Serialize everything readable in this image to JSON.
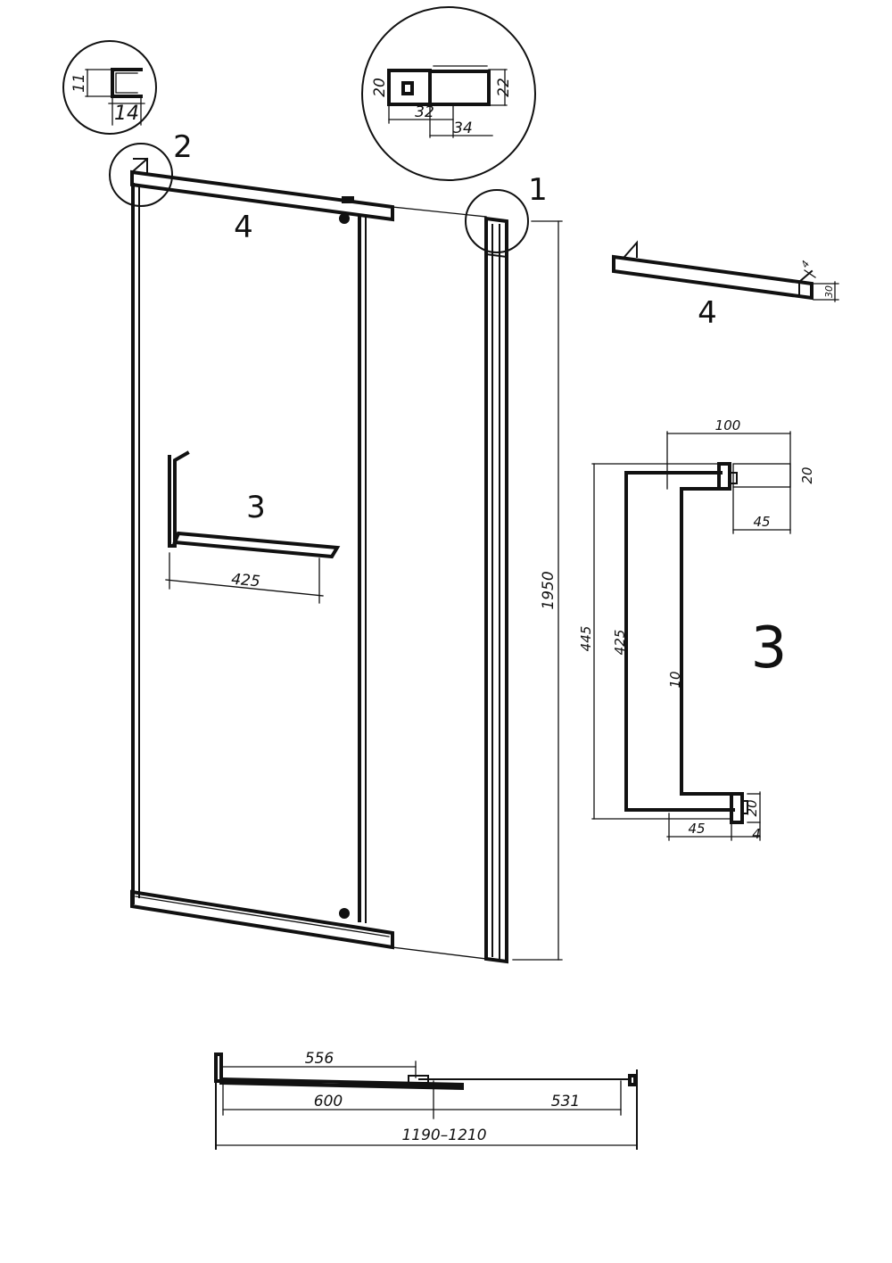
{
  "callouts": {
    "one": "1",
    "two": "2",
    "three_main": "3",
    "four_main": "4",
    "four_detail": "4",
    "three_detail": "3"
  },
  "detail_profile_2": {
    "height": "11",
    "width": "14"
  },
  "detail_profile_1": {
    "left_height": "20",
    "right_height": "22",
    "inner_width": "32",
    "outer_width": "34"
  },
  "door_dims": {
    "handle_span": "425",
    "height": "1950"
  },
  "towel_bar_4": {
    "dim_a": "4",
    "dim_b": "30"
  },
  "handle_detail_3": {
    "top_depth": "100",
    "top_block_height": "20",
    "top_block_width": "45",
    "overall_length": "445",
    "inner_length": "425",
    "bar_thickness": "10",
    "bottom_depth": "45",
    "bottom_block_height": "20",
    "plate_thickness": "4"
  },
  "plan_dims": {
    "door_opening": "556",
    "door_panel": "600",
    "fixed_panel": "531",
    "total_range": "1190–1210"
  }
}
